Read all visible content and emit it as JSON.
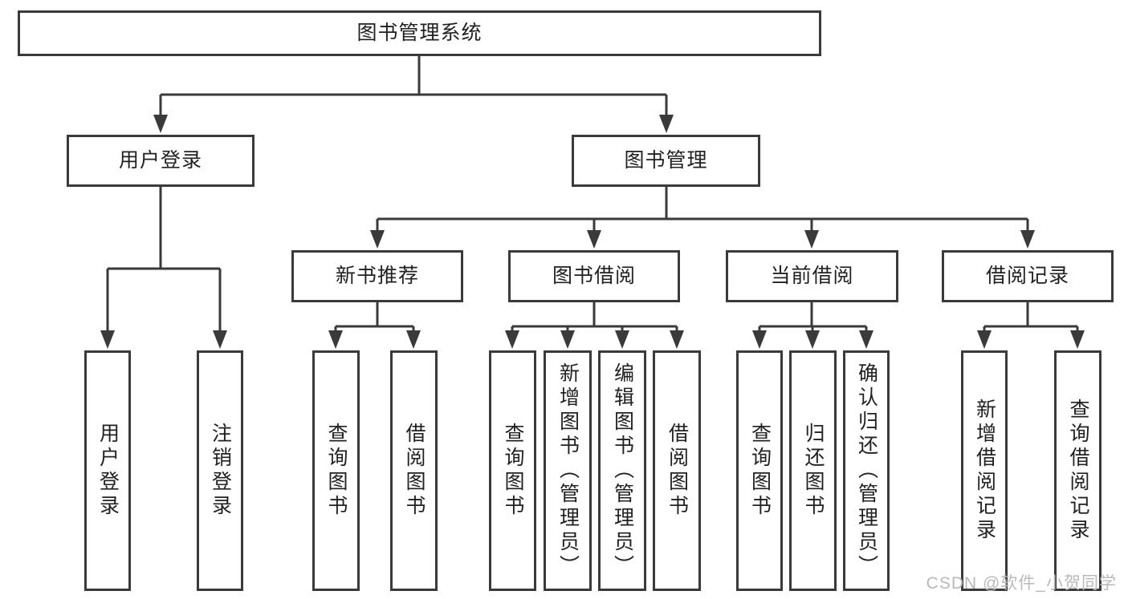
{
  "diagram": {
    "title": "图书管理系统",
    "root": {
      "label": "图书管理系统",
      "children": [
        {
          "label": "用户登录",
          "children": [
            {
              "label": "用户登录"
            },
            {
              "label": "注销登录"
            }
          ]
        },
        {
          "label": "图书管理",
          "children": [
            {
              "label": "新书推荐",
              "children": [
                {
                  "label": "查询图书"
                },
                {
                  "label": "借阅图书"
                }
              ]
            },
            {
              "label": "图书借阅",
              "children": [
                {
                  "label": "查询图书"
                },
                {
                  "label": "新增图书（管理员）"
                },
                {
                  "label": "编辑图书（管理员）"
                },
                {
                  "label": "借阅图书"
                }
              ]
            },
            {
              "label": "当前借阅",
              "children": [
                {
                  "label": "查询图书"
                },
                {
                  "label": "归还图书"
                },
                {
                  "label": "确认归还（管理员）"
                }
              ]
            },
            {
              "label": "借阅记录",
              "children": [
                {
                  "label": "新增借阅记录"
                },
                {
                  "label": "查询借阅记录"
                }
              ]
            }
          ]
        }
      ]
    }
  },
  "watermark": {
    "text": "CSDN @软件_小贺同学"
  },
  "colors": {
    "line": "#3a3a3a",
    "text": "#212121",
    "background": "#ffffff",
    "watermark_text": "#b9b9b9"
  }
}
